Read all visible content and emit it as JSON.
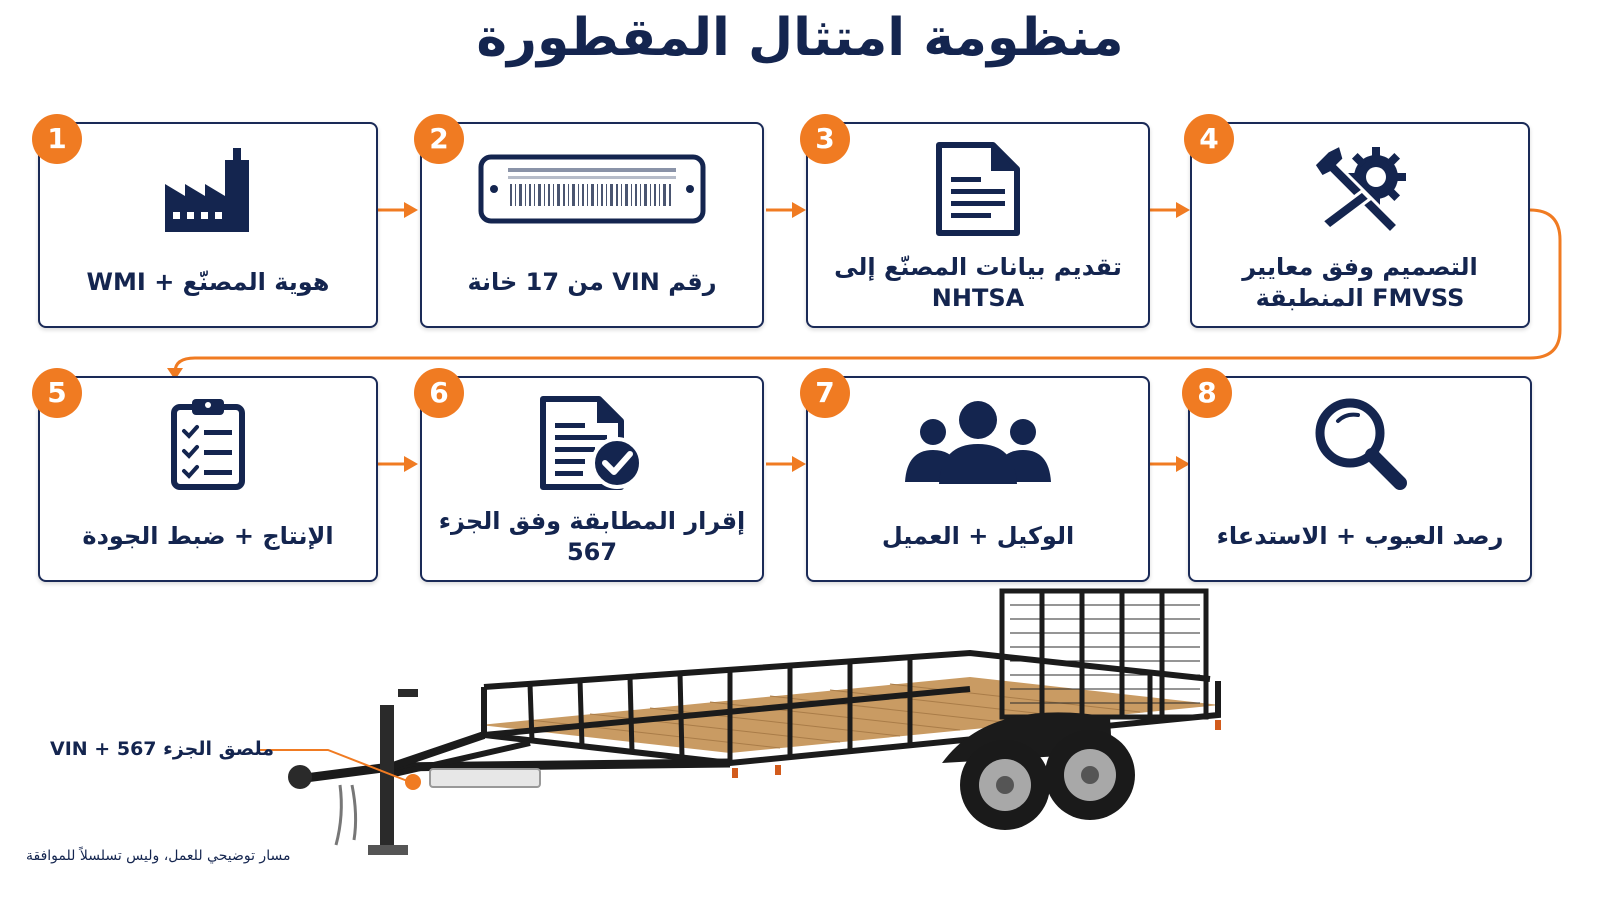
{
  "title": "منظومة امتثال المقطورة",
  "accent_color": "#f07b22",
  "navy_color": "#14254f",
  "steps": [
    {
      "number": "1",
      "icon": "factory-icon",
      "label": "هوية المصنّع + WMI"
    },
    {
      "number": "2",
      "icon": "vin-plate-icon",
      "label": "رقم VIN من 17 خانة"
    },
    {
      "number": "3",
      "icon": "document-icon",
      "label": "تقديم بيانات المصنّع إلى NHTSA"
    },
    {
      "number": "4",
      "icon": "wrench-gear-icon",
      "label": "التصميم وفق معايير FMVSS المنطبقة"
    },
    {
      "number": "5",
      "icon": "clipboard-checklist-icon",
      "label": "الإنتاج + ضبط الجودة"
    },
    {
      "number": "6",
      "icon": "document-check-icon",
      "label": "إقرار المطابقة وفق الجزء 567"
    },
    {
      "number": "7",
      "icon": "people-group-icon",
      "label": "الوكيل + العميل"
    },
    {
      "number": "8",
      "icon": "magnifier-icon",
      "label": "رصد العيوب + الاستدعاء"
    }
  ],
  "trailer": {
    "image": "utility-trailer-illustration",
    "sticker_label": "ملصق الجزء 567 + VIN"
  },
  "footnote": "مسار توضيحي للعمل، وليس تسلسلاً للموافقة"
}
